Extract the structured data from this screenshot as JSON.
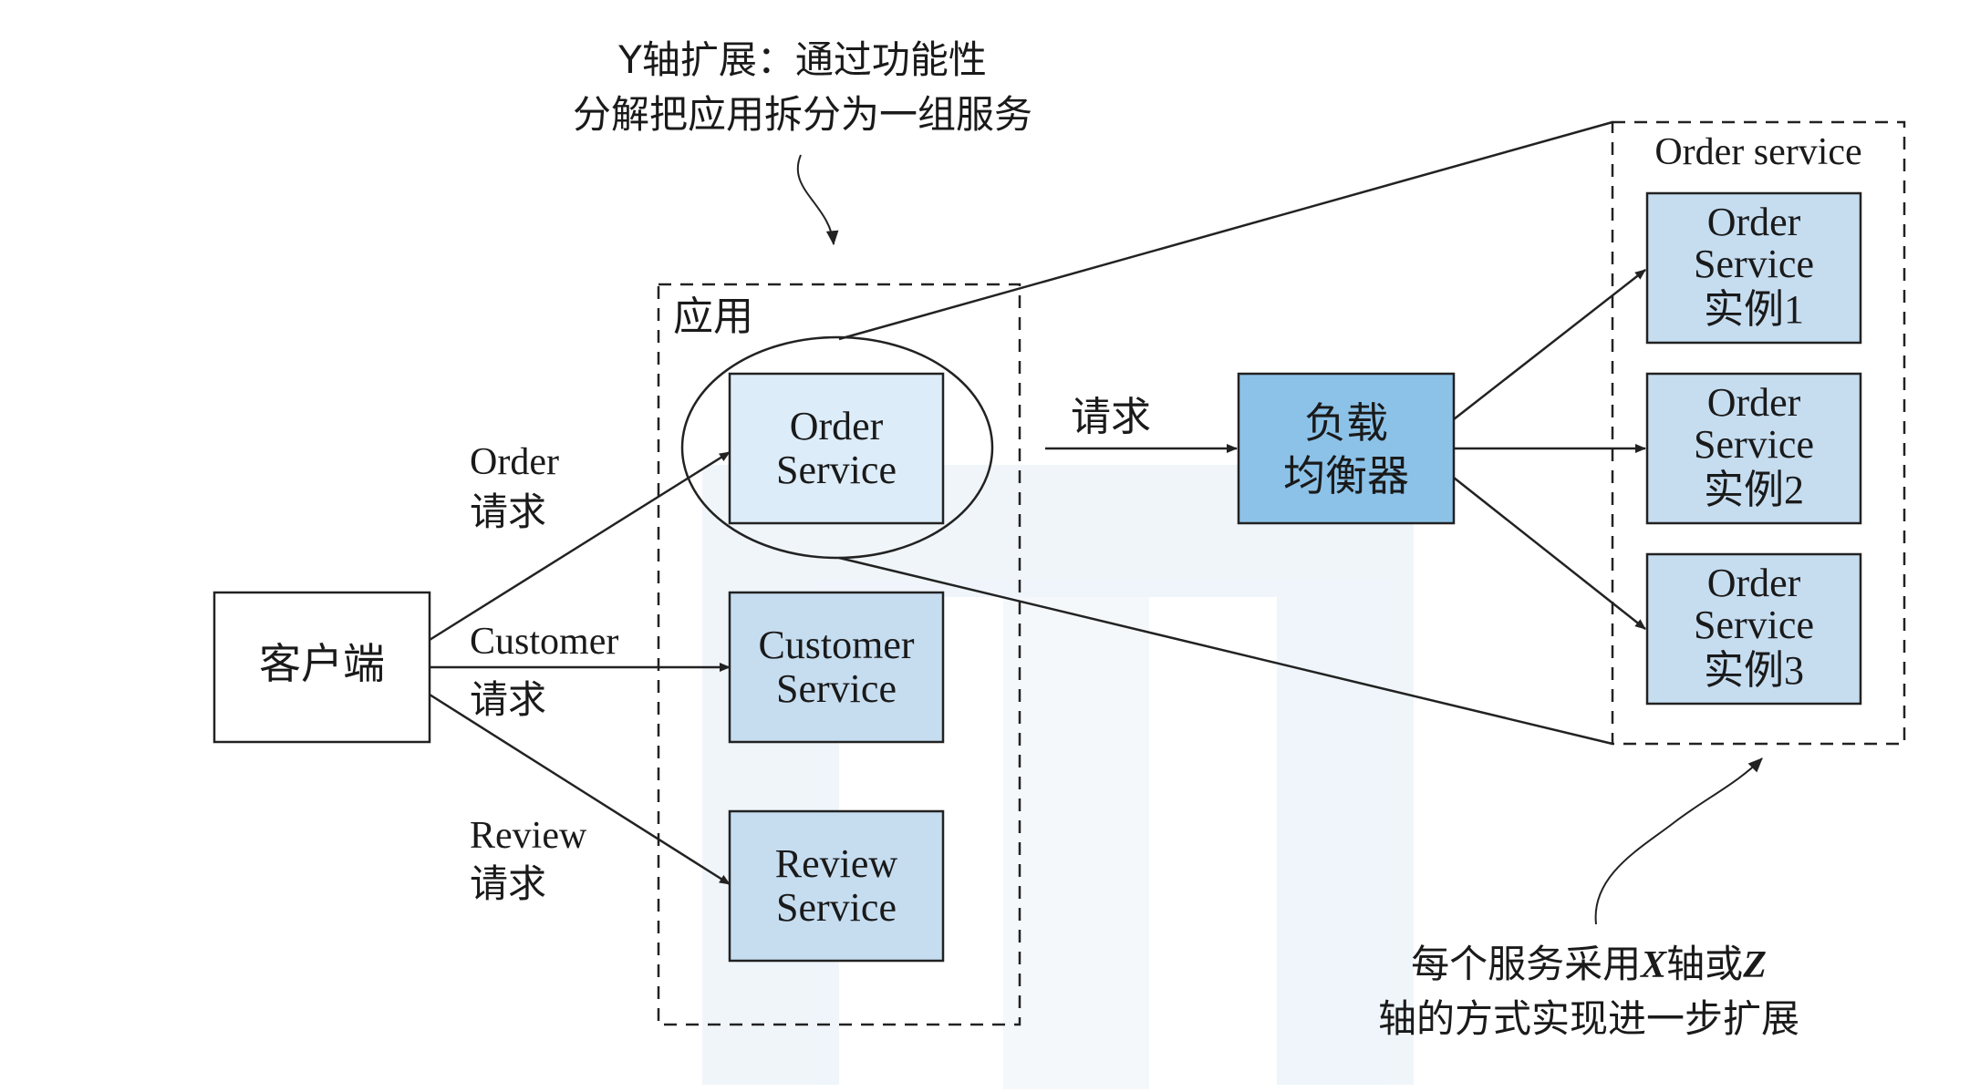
{
  "y_axis_note": {
    "line1": "Y轴扩展：通过功能性",
    "line2": "分解把应用拆分为一组服务"
  },
  "app_box": {
    "label": "应用"
  },
  "client": {
    "label": "客户端"
  },
  "request_labels": {
    "order_line1": "Order",
    "order_line2": "请求",
    "customer_line1": "Customer",
    "customer_line2": "请求",
    "review_line1": "Review",
    "review_line2": "请求",
    "lb_request": "请求"
  },
  "services": {
    "order": {
      "line1": "Order",
      "line2": "Service"
    },
    "customer": {
      "line1": "Customer",
      "line2": "Service"
    },
    "review": {
      "line1": "Review",
      "line2": "Service"
    }
  },
  "load_balancer": {
    "line1": "负载",
    "line2": "均衡器"
  },
  "order_service_group": {
    "label": "Order service",
    "instances": [
      {
        "line1": "Order",
        "line2": "Service",
        "line3": "实例1"
      },
      {
        "line1": "Order",
        "line2": "Service",
        "line3": "实例2"
      },
      {
        "line1": "Order",
        "line2": "Service",
        "line3": "实例3"
      }
    ]
  },
  "xz_note": {
    "line1_a": "每个服务采用",
    "line1_x": "X",
    "line1_b": "轴或",
    "line1_z": "Z",
    "line2": "轴的方式实现进一步扩展"
  },
  "colors": {
    "service_fill": "#c6ddf0",
    "order_service_fill": "#dcecf8",
    "load_balancer_fill": "#8cc2e8",
    "watermark": "#e6eef6"
  }
}
